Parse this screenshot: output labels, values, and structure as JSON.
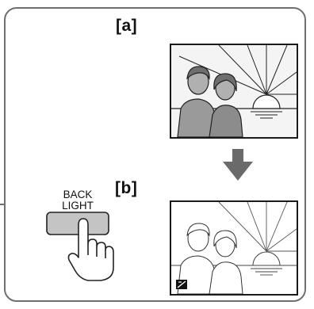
{
  "diagram": {
    "label_a": "[a]",
    "label_b": "[b]",
    "button_line1": "BACK",
    "button_line2": "LIGHT"
  },
  "icons": {
    "arrow": "down-arrow-icon",
    "backlight_indicator": "backlight-indicator-icon",
    "hand": "pointing-hand-icon",
    "sun": "setting-sun-icon"
  },
  "colors": {
    "frame": "#6f6f6f",
    "arrow": "#6a6a6a",
    "button_fill": "#c4c4c4",
    "panel_a_sky": "#f2f2f2",
    "panel_b_sky": "#ffffff"
  }
}
